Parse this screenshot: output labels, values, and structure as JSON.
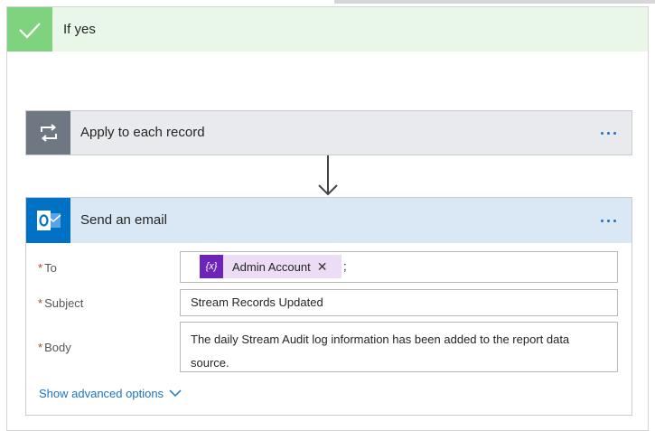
{
  "condition": {
    "label": "If yes"
  },
  "apply": {
    "title": "Apply to each record"
  },
  "email": {
    "title": "Send an email",
    "fields": {
      "to": {
        "label": "To",
        "token": "Admin Account",
        "token_icon_text": "{x}",
        "separator": ";"
      },
      "subject": {
        "label": "Subject",
        "value": "Stream Records Updated"
      },
      "body": {
        "label": "Body",
        "value": "The daily Stream Audit log information has been added to the report data source."
      }
    },
    "advanced_label": "Show advanced options"
  },
  "required_marker": "*",
  "icons": {
    "check": "check-icon",
    "loop": "loop-icon",
    "outlook": "outlook-icon",
    "more": "more-icon",
    "arrow": "arrow-down-icon",
    "variable": "variable-icon",
    "close": "close-icon",
    "chevron": "chevron-down-icon"
  },
  "colors": {
    "condition_header": "#e9f7e9",
    "condition_icon": "#7fd37f",
    "loop_icon": "#6f7782",
    "email_header": "#d9e8f4",
    "outlook_icon": "#0072c6",
    "token_bg": "#ecdcf5",
    "token_icon": "#6f24b8",
    "link": "#1a73c9",
    "required": "#c23b22"
  }
}
